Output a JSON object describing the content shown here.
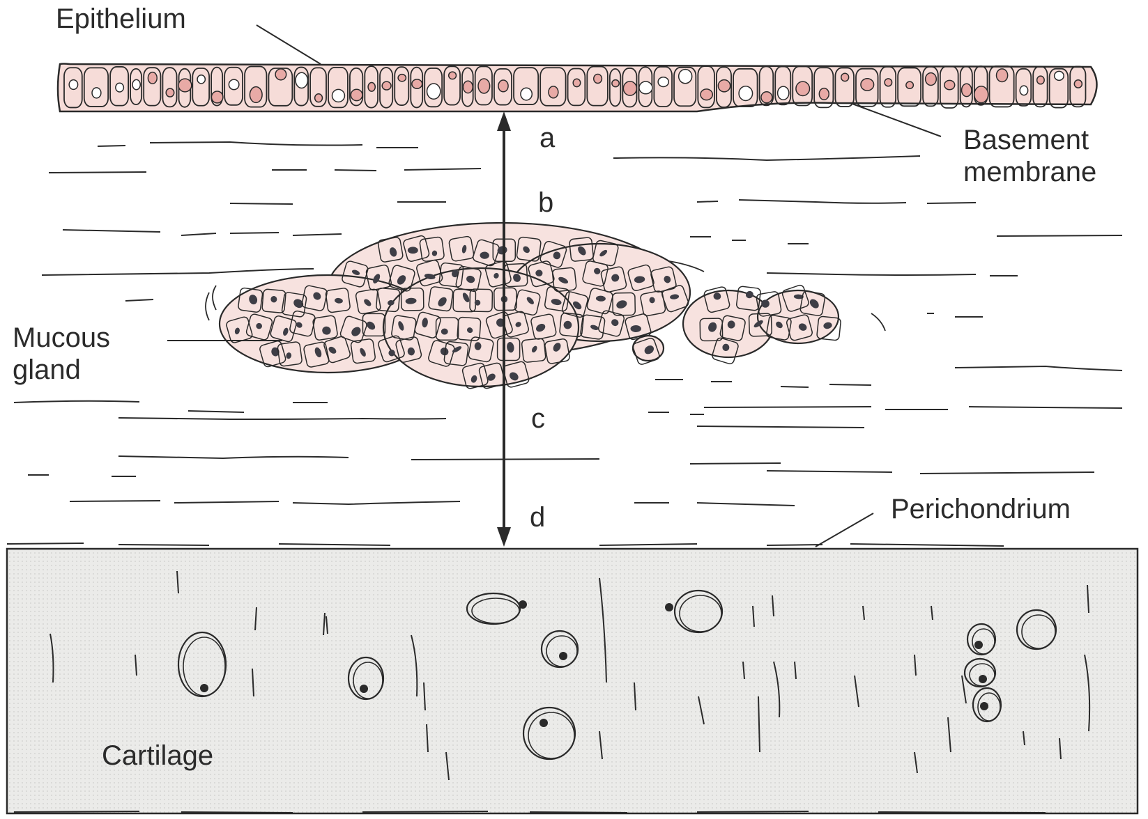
{
  "labels": {
    "epithelium": "Epithelium",
    "basement_membrane_line1": "Basement",
    "basement_membrane_line2": "membrane",
    "mucous_gland_line1": "Mucous",
    "mucous_gland_line2": "gland",
    "perichondrium": "Perichondrium",
    "cartilage": "Cartilage",
    "layer_a": "a",
    "layer_b": "b",
    "layer_c": "c",
    "layer_d": "d"
  },
  "colors": {
    "epithelium_fill": "#f6dcd8",
    "nucleus_fill": "#e8aaa6",
    "gland_fill": "#f7e2df",
    "gland_nucleus": "#3e3e46",
    "cartilage_fill": "#e9e9e7",
    "ink": "#2a2a2a"
  }
}
